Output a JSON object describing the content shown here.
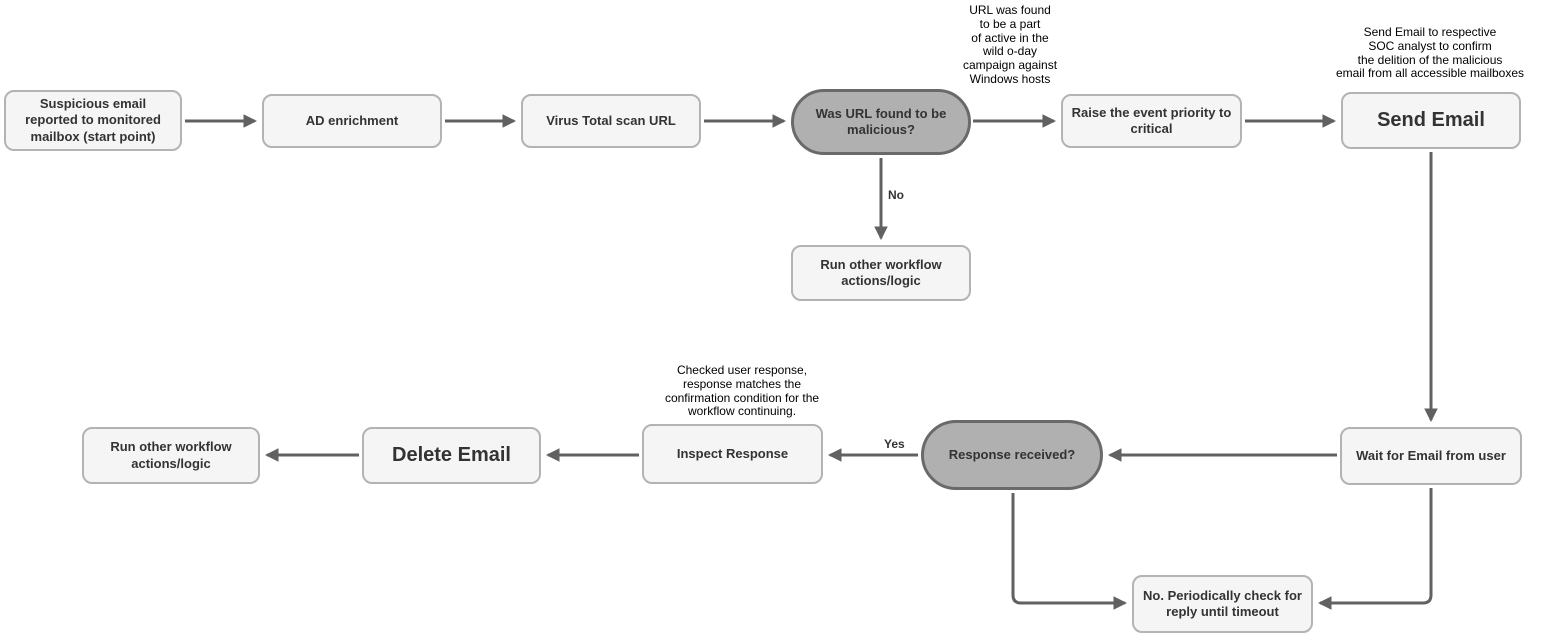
{
  "colors": {
    "canvas_bg": "#ffffff",
    "node_fill": "#f5f5f5",
    "node_border": "#b3b3b3",
    "decision_fill": "#b0b0b0",
    "decision_border": "#6a6a6a",
    "arrow": "#616161",
    "node_text": "#333333",
    "annotation_text": "#000000"
  },
  "nodes": {
    "start": "Suspicious email\nreported to monitored\nmailbox (start point)",
    "ad_enrichment": "AD enrichment",
    "virus_total": "Virus Total scan URL",
    "url_malicious_decision": "Was URL found to be\nmalicious?",
    "raise_priority": "Raise the event priority to\ncritical",
    "send_email": "Send Email",
    "run_other_workflow_top": "Run other workflow\nactions/logic",
    "run_other_workflow_bottom": "Run other workflow\nactions/logic",
    "delete_email": "Delete Email",
    "inspect_response": "Inspect Response",
    "response_received_decision": "Response received?",
    "wait_for_email": "Wait for Email from user",
    "periodic_check": "No. Periodically check for\nreply until timeout"
  },
  "annotations": {
    "zero_day_campaign": "URL was found\nto be a part\nof active in the\nwild o-day\ncampaign against\nWindows hosts",
    "send_email_note": "Send Email to respective\nSOC analyst to confirm\nthe delition of the malicious\nemail from all accessible mailboxes",
    "response_check_note": "Checked user response,\nresponse matches the\nconfirmation condition for the\nworkflow continuing."
  },
  "edge_labels": {
    "no": "No",
    "yes": "Yes"
  }
}
